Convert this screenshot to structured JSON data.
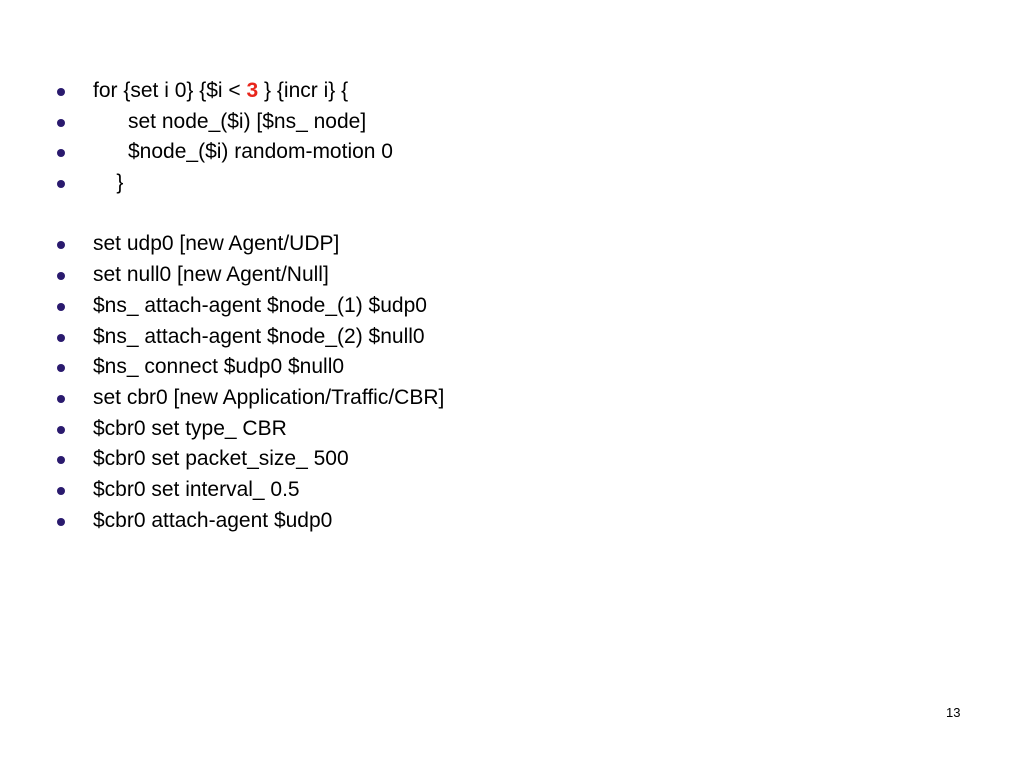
{
  "slide": {
    "colors": {
      "bullet": "#2a1a6e",
      "highlight": "#e8261c",
      "text": "#000000",
      "background": "#ffffff"
    },
    "lines": [
      {
        "pre": "for {set i 0} {$i < ",
        "highlight": "3",
        "post": " } {incr i} {"
      },
      {
        "text": "      set node_($i) [$ns_ node]"
      },
      {
        "text": "      $node_($i) random-motion 0"
      },
      {
        "text": "    }"
      },
      {
        "text": "set udp0 [new Agent/UDP]"
      },
      {
        "text": "set null0 [new Agent/Null]"
      },
      {
        "text": "$ns_ attach-agent $node_(1) $udp0"
      },
      {
        "text": "$ns_ attach-agent $node_(2) $null0"
      },
      {
        "text": "$ns_ connect $udp0 $null0"
      },
      {
        "text": "set cbr0 [new Application/Traffic/CBR]"
      },
      {
        "text": "$cbr0 set type_ CBR"
      },
      {
        "text": "$cbr0 set packet_size_ 500"
      },
      {
        "text": "$cbr0 set interval_ 0.5"
      },
      {
        "text": "$cbr0 attach-agent $udp0"
      }
    ],
    "page_number": "13"
  }
}
